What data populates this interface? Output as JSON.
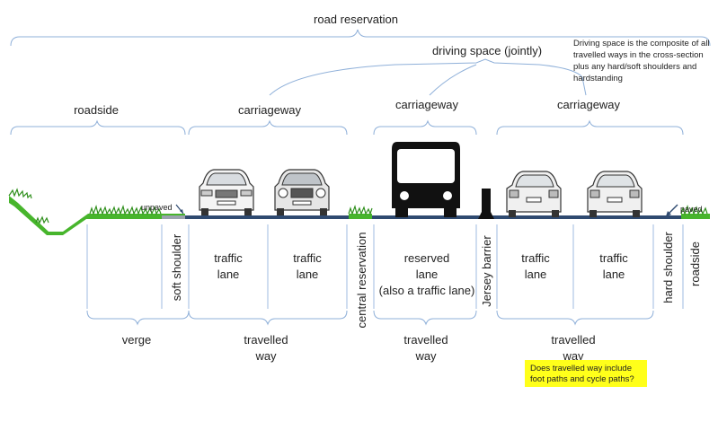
{
  "top": {
    "road_reservation": "road reservation",
    "driving_space": "driving space (jointly)",
    "driving_space_note": [
      "Driving space is the composite of all",
      "travelled ways in the cross-section",
      "plus any hard/soft shoulders and",
      "hardstanding"
    ]
  },
  "upper_labels": {
    "roadside": "roadside",
    "carriageway_left": "carriageway",
    "carriageway_middle": "carriageway",
    "carriageway_right": "carriageway"
  },
  "surface_labels": {
    "unpaved": "unpaved",
    "paved": "paved"
  },
  "columns": {
    "soft_shoulder": "soft shoulder",
    "traffic_lane_1": [
      "traffic",
      "lane"
    ],
    "traffic_lane_2": [
      "traffic",
      "lane"
    ],
    "central_reservation": "central reservation",
    "reserved_lane": [
      "reserved",
      "lane",
      "(also a traffic lane)"
    ],
    "jersey_barrier": "Jersey barrier",
    "traffic_lane_3": [
      "traffic",
      "lane"
    ],
    "traffic_lane_4": [
      "traffic",
      "lane"
    ],
    "hard_shoulder": "hard shoulder",
    "roadside": "roadside"
  },
  "lower_labels": {
    "verge": "verge",
    "travelled_way_1": [
      "travelled",
      "way"
    ],
    "travelled_way_2": [
      "travelled",
      "way"
    ],
    "travelled_way_3": [
      "travelled",
      "way"
    ]
  },
  "question_note": [
    "Does travelled way include",
    "foot paths and cycle paths?"
  ],
  "colors": {
    "brace": "#8fb0d9",
    "road": "#2f4a70",
    "grass": "#3fae2a",
    "note_bg": "#ffff1a"
  },
  "icons": [
    "car-front-icon",
    "car-rear-icon",
    "bus-front-icon",
    "jersey-barrier-icon",
    "grass-icon",
    "arrow-icon"
  ]
}
